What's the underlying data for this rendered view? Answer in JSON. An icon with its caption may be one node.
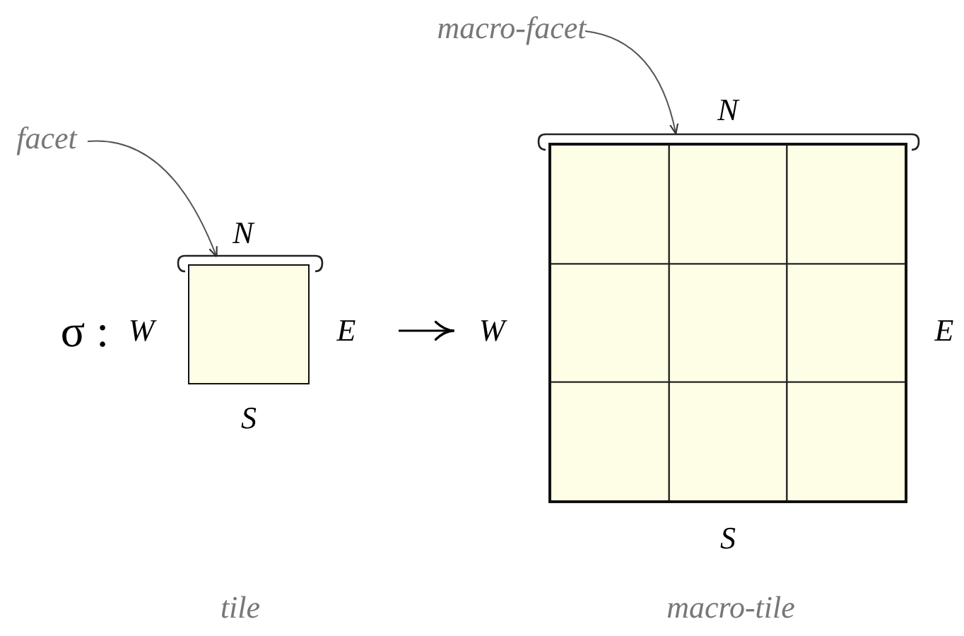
{
  "diagram": {
    "nodes": [
      {
        "text": [
          "facet"
        ]
      },
      {
        "text": [],
        "shape": "bracket"
      },
      {
        "text": [],
        "shape": "box",
        "beside": [
          "N",
          "W",
          "E",
          "S"
        ]
      },
      {
        "text": [
          "macro-facet"
        ]
      },
      {
        "text": [],
        "shape": "bracket"
      },
      {
        "text": [],
        "shape": "box",
        "beside": [
          "N",
          "W",
          "E",
          "S"
        ]
      }
    ],
    "edges": [
      {
        "from": 0,
        "to": 1,
        "arrow": "to"
      },
      {
        "from": 3,
        "to": 4,
        "arrow": "to"
      },
      {
        "from": 2,
        "to": 5,
        "arrow": "to"
      }
    ],
    "labels": [
      "σ :",
      "tile",
      "macro-tile"
    ]
  }
}
